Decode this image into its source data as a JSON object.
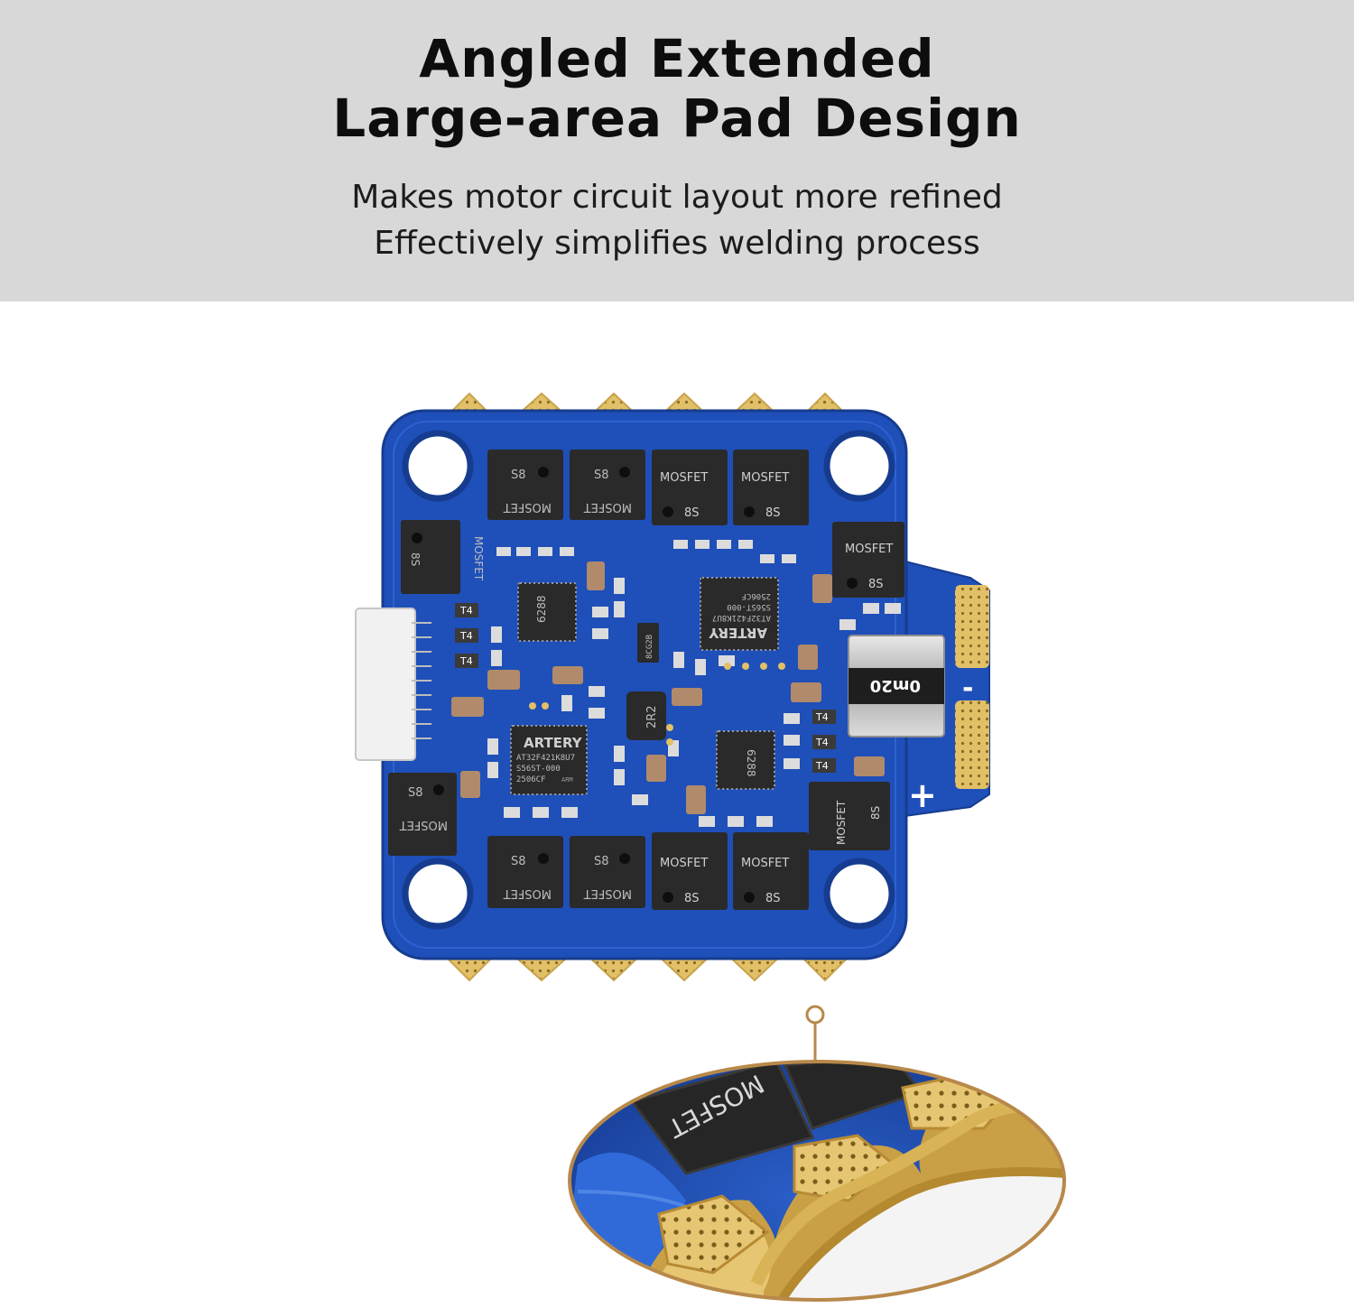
{
  "header": {
    "title_line1": "Angled Extended",
    "title_line2": "Large-area Pad Design",
    "subtitle_line1": "Makes motor circuit layout more refined",
    "subtitle_line2": "Effectively simplifies welding process"
  },
  "board": {
    "mosfet_label": "MOSFET",
    "mosfet_code": "8S",
    "mosfet_code_flipped": "S8",
    "driver_label": "6288",
    "mcu_brand": "ARTERY",
    "mcu_model": "AT32F421K8U7",
    "mcu_lot": "S56ST-000",
    "mcu_date": "2506CF",
    "mcu_arm": "ARM",
    "inductor_label": "2R2",
    "shunt_label": "0m20",
    "tvs_label": "T4",
    "regulator_label": "8CG2B",
    "plus_sign": "+",
    "minus_sign": "-"
  },
  "zoom": {
    "mosfet_label": "MOSFET"
  },
  "colors": {
    "header_bg": "#d8d8d8",
    "pcb_blue": "#1f4fb8",
    "pcb_dark_blue": "#173e96",
    "pad_gold": "#e2c068",
    "chip_black": "#2a2a2a",
    "callout_gold": "#b8894a"
  }
}
